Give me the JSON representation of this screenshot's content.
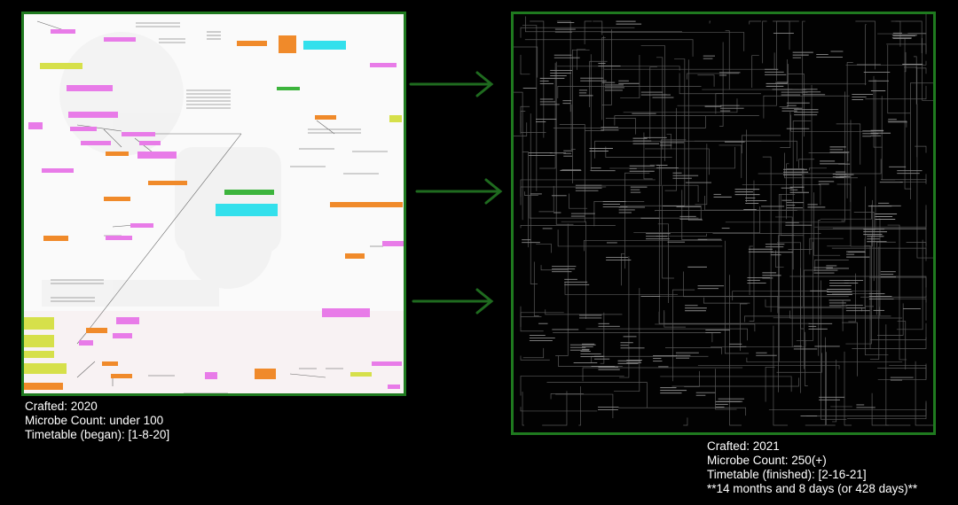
{
  "left_caption": {
    "crafted": "Crafted: 2020",
    "count": "Microbe Count: under 100",
    "timetable": "Timetable (began): [1-8-20]"
  },
  "right_caption": {
    "crafted": "Crafted: 2021",
    "count": "Microbe Count: 250(+)",
    "timetable": "Timetable (finished): [2-16-21]",
    "duration": "**14 months and 8 days (or 428 days)**"
  },
  "colors": {
    "frame": "#1f7a1f",
    "magenta": "#e87be8",
    "orange": "#f08a2a",
    "yellow": "#d6e04a",
    "cyan": "#33e0ec",
    "green": "#3cb43c"
  }
}
